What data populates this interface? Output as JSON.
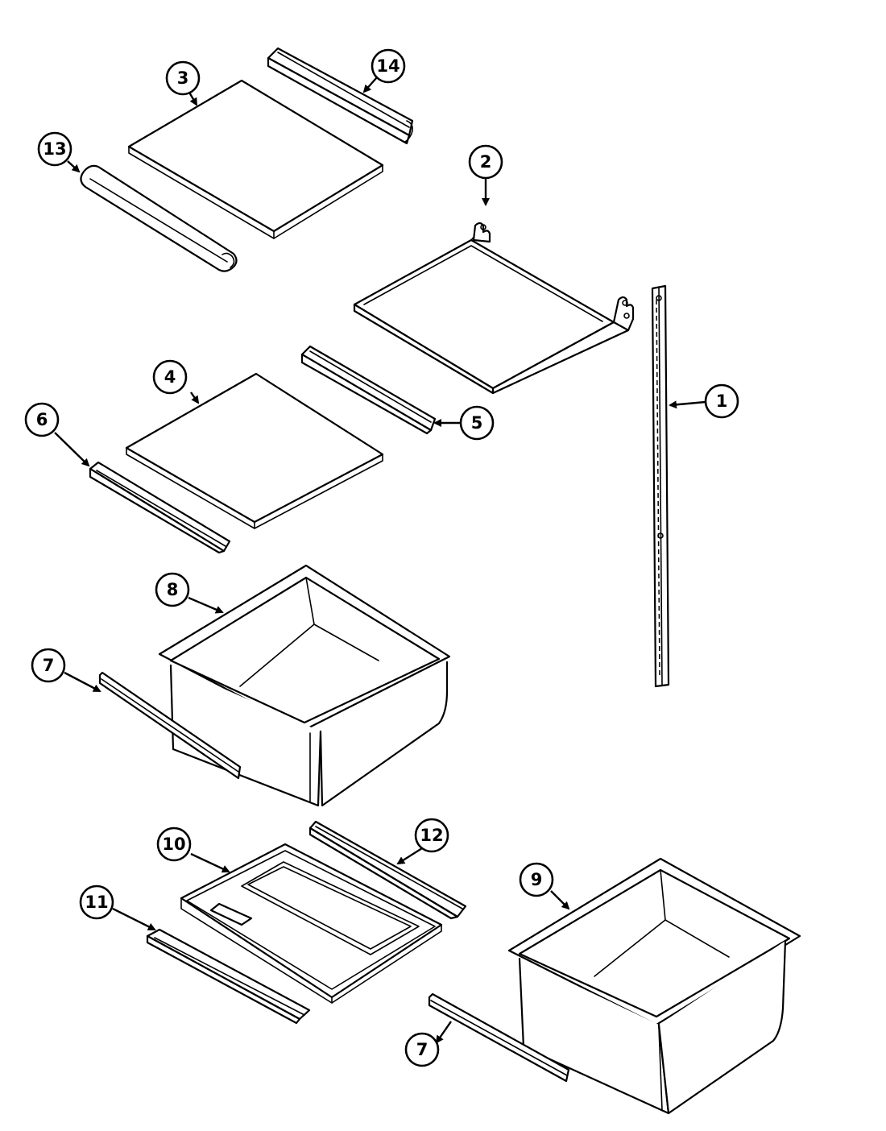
{
  "callouts": [
    {
      "id": "1",
      "label": "1"
    },
    {
      "id": "2",
      "label": "2"
    },
    {
      "id": "3",
      "label": "3"
    },
    {
      "id": "4",
      "label": "4"
    },
    {
      "id": "5",
      "label": "5"
    },
    {
      "id": "6",
      "label": "6"
    },
    {
      "id": "7a",
      "label": "7"
    },
    {
      "id": "7b",
      "label": "7"
    },
    {
      "id": "8",
      "label": "8"
    },
    {
      "id": "9",
      "label": "9"
    },
    {
      "id": "10",
      "label": "10"
    },
    {
      "id": "11",
      "label": "11"
    },
    {
      "id": "12",
      "label": "12"
    },
    {
      "id": "13",
      "label": "13"
    },
    {
      "id": "14",
      "label": "14"
    }
  ]
}
